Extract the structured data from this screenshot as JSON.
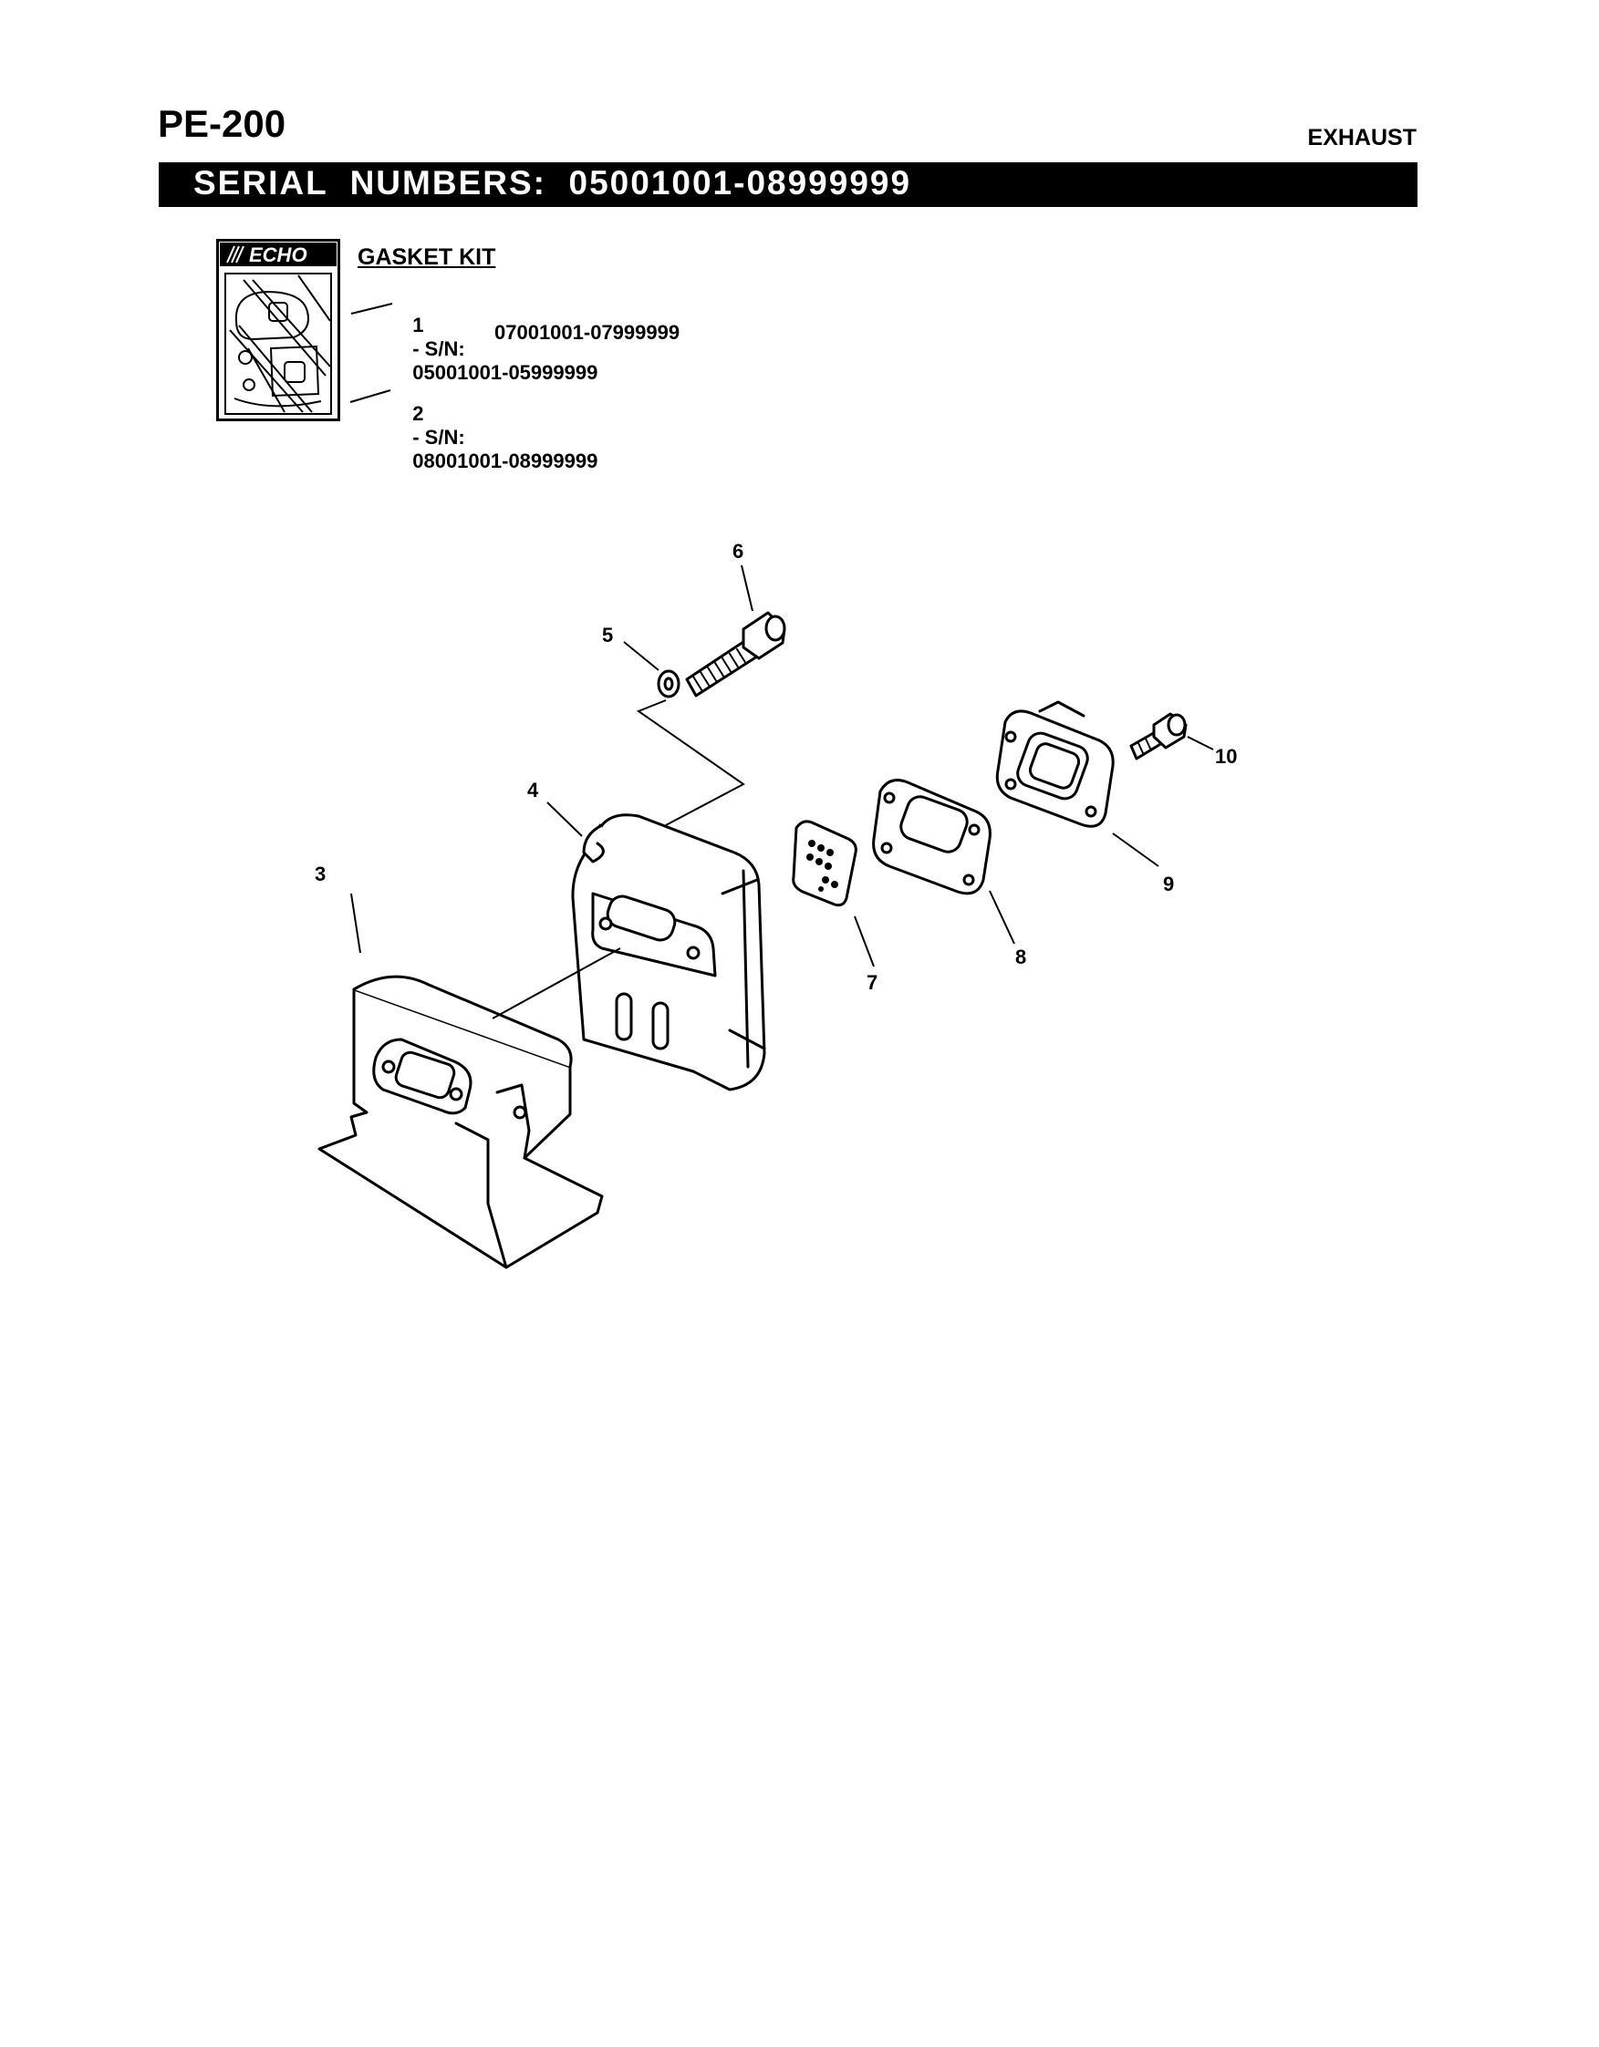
{
  "header": {
    "model": "PE-200",
    "section": "EXHAUST",
    "serial_bar": "SERIAL  NUMBERS:  05001001-08999999"
  },
  "gasket_kit": {
    "logo_text": "ECHO",
    "title": "GASKET KIT",
    "entries": [
      {
        "number": "1",
        "prefix": "- S/N:",
        "ranges": [
          "05001001-05999999",
          "07001001-07999999"
        ]
      },
      {
        "number": "2",
        "prefix": "- S/N:",
        "ranges": [
          "08001001-08999999"
        ]
      }
    ]
  },
  "diagram": {
    "callouts": [
      "3",
      "4",
      "5",
      "6",
      "7",
      "8",
      "9",
      "10"
    ]
  }
}
